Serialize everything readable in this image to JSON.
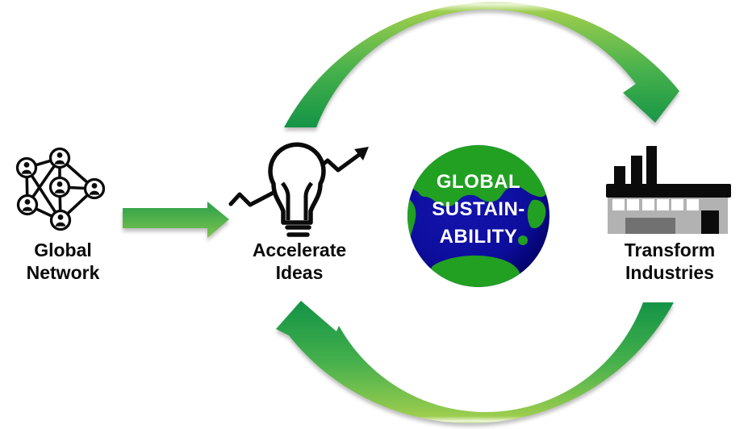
{
  "diagram_type": "cycle-flow-diagram",
  "nodes": {
    "global_network": {
      "line1": "Global",
      "line2": "Network",
      "icon": "people-network-icon"
    },
    "accelerate_ideas": {
      "line1": "Accelerate",
      "line2": "Ideas",
      "icon": "lightbulb-growth-arrow-icon"
    },
    "globe": {
      "line1": "GLOBAL",
      "line2": "SUSTAIN-",
      "line3": "ABILITY",
      "icon": "earth-globe-icon"
    },
    "transform_industries": {
      "line1": "Transform",
      "line2": "Industries",
      "icon": "factory-icon"
    }
  },
  "connectors": {
    "input_arrow": {
      "from": "global_network",
      "to": "accelerate_ideas",
      "style": "straight-block-arrow-right"
    },
    "cycle_top": {
      "from": "accelerate_ideas",
      "to": "transform_industries",
      "style": "curved-block-arrow-clockwise"
    },
    "cycle_bottom": {
      "from": "transform_industries",
      "to": "accelerate_ideas",
      "style": "curved-block-arrow-clockwise"
    }
  },
  "colors": {
    "arrow_dark_green": "#119246",
    "arrow_mid_green": "#45b04c",
    "arrow_light_green": "#9ccd4e",
    "arrow_highlight": "#eef7da",
    "straight_arrow_top": "#2a9f4b",
    "straight_arrow_bottom": "#7fc54e",
    "globe_ocean": "#0d0d9c",
    "globe_ocean_deep": "#02026a",
    "globe_ocean_light": "#1515b0",
    "globe_land": "#22a022",
    "factory_body_gray": "#b2b2b2",
    "factory_door_gray": "#717171",
    "window_white": "#ffffff",
    "icon_black": "#0b0b0b",
    "label_text": "#0b0b0b",
    "globe_text": "#ffffff"
  }
}
